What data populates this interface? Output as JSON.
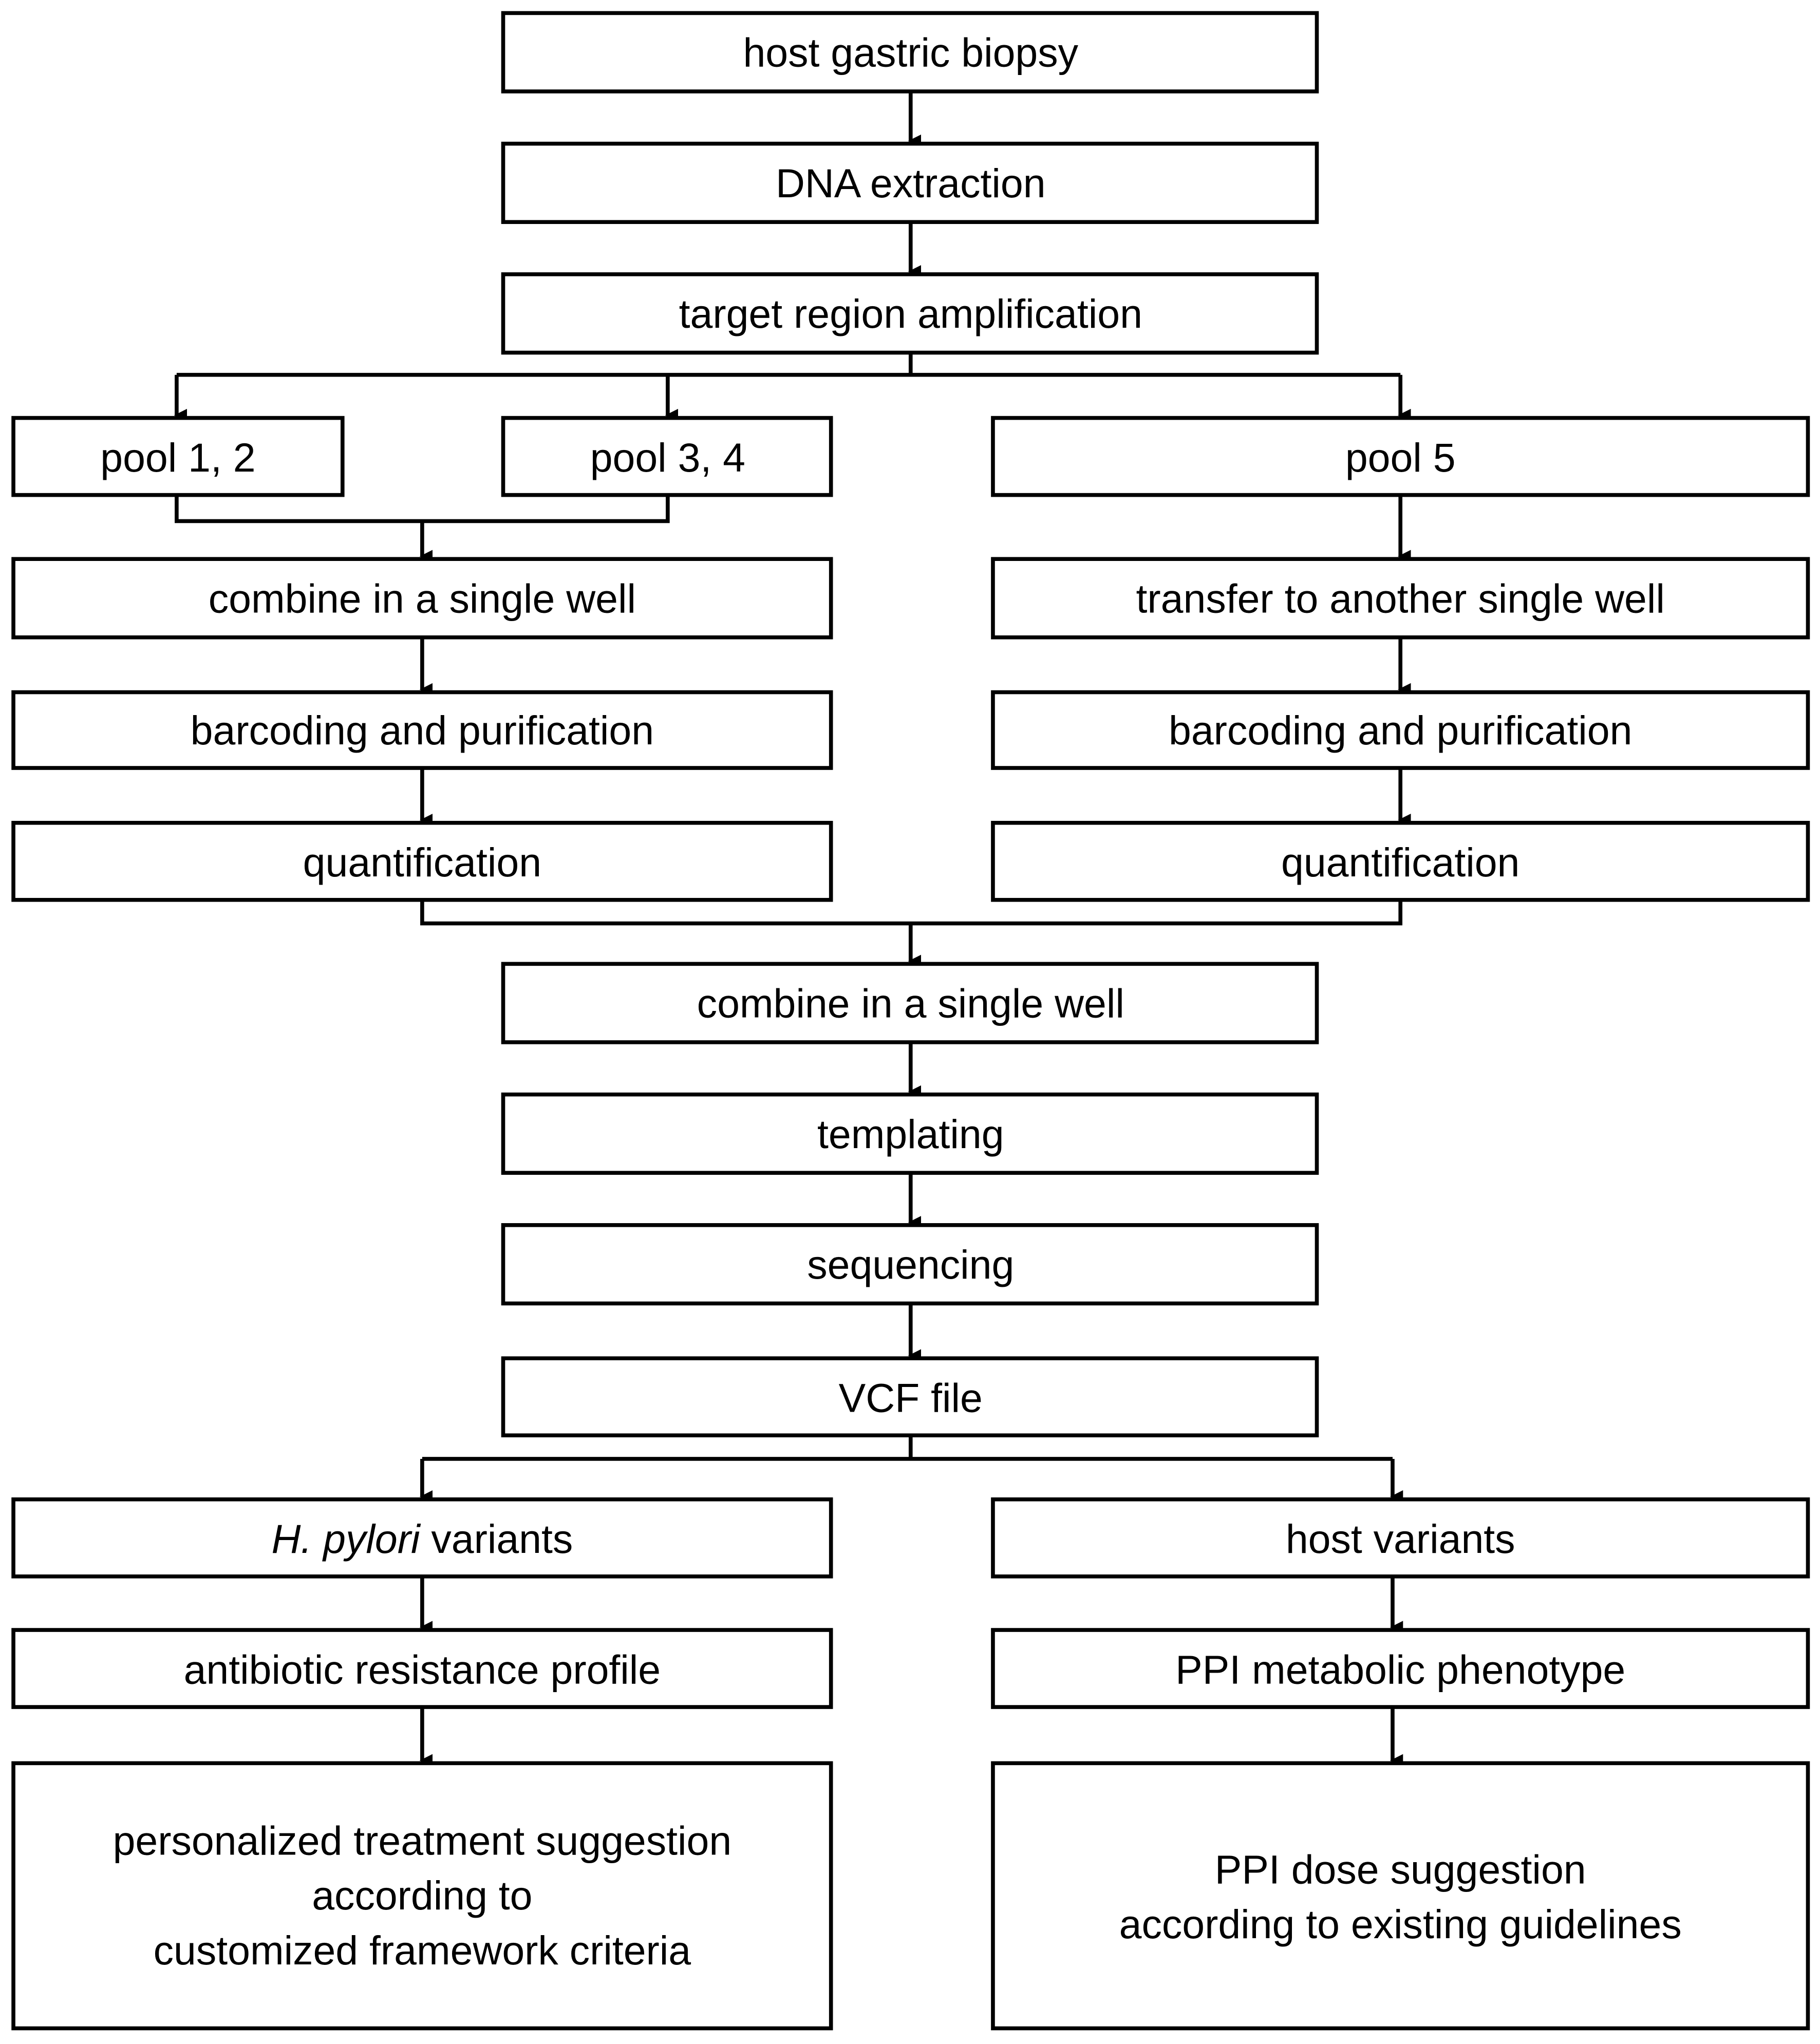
{
  "nodes": {
    "biopsy": "host gastric biopsy",
    "dna": "DNA extraction",
    "amplification": "target region amplification",
    "pool12": "pool 1, 2",
    "pool34": "pool 3, 4",
    "pool5": "pool 5",
    "combine_left": "combine in a single well",
    "transfer": "transfer to another single well",
    "barcoding_left": "barcoding and purification",
    "barcoding_right": "barcoding and purification",
    "quant_left": "quantification",
    "quant_right": "quantification",
    "combine_center": "combine in a single well",
    "templating": "templating",
    "sequencing": "sequencing",
    "vcf": "VCF file",
    "hpylori_italic": "H. pylori",
    "hpylori_rest": " variants",
    "host_variants": "host variants",
    "antibiotic": "antibiotic resistance profile",
    "ppi_phenotype": "PPI metabolic phenotype",
    "treatment_lines": [
      "personalized treatment suggestion",
      "according to",
      "customized framework criteria"
    ],
    "ppi_dose_lines": [
      "PPI dose suggestion",
      "according to existing guidelines"
    ]
  }
}
